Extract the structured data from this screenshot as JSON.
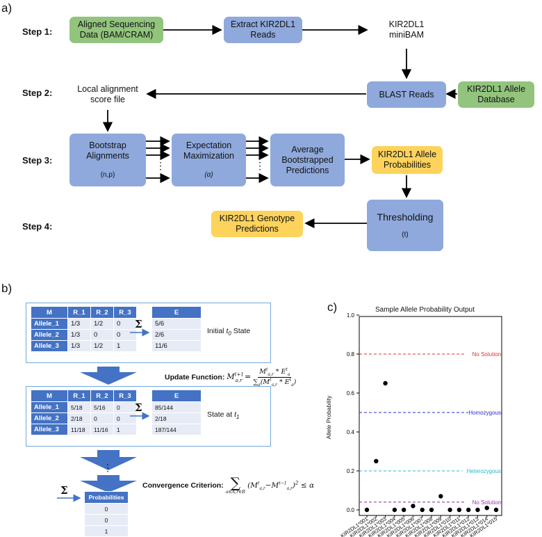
{
  "panel_a": {
    "label": "a)",
    "steps": [
      "Step 1:",
      "Step 2:",
      "Step 3:",
      "Step 4:"
    ],
    "boxes": {
      "aligned_data": "Aligned Sequencing Data (BAM/CRAM)",
      "extract": "Extract KIR2DL1 Reads",
      "minibam": "KIR2DL1 miniBAM",
      "blast": "BLAST Reads",
      "allele_db": "KIR2DL1 Allele Database",
      "score_file": "Local alignment score file",
      "bootstrap": "Bootstrap Alignments",
      "bootstrap_param": "(n,p)",
      "em": "Expectation Maximization",
      "em_param": "(α)",
      "average": "Average Bootstrapped Predictions",
      "allele_prob": "KIR2DL1 Allele Probabilities",
      "threshold": "Thresholding",
      "threshold_param": "(t)",
      "genotype": "KIR2DL1 Genotype Predictions"
    },
    "ellipsis": "⋮"
  },
  "panel_b": {
    "label": "b)",
    "sigma": "Σ",
    "table1": {
      "headers": [
        "M",
        "R_1",
        "R_2",
        "R_3"
      ],
      "rows": [
        [
          "Allele_1",
          "1/3",
          "1/2",
          "0"
        ],
        [
          "Allele_2",
          "1/3",
          "0",
          "0"
        ],
        [
          "Allele_3",
          "1/3",
          "1/2",
          "1"
        ]
      ],
      "e_header": "E",
      "e_values": [
        "5/6",
        "2/6",
        "11/6"
      ],
      "state_label": "Initial",
      "state_var": "t",
      "state_sub": "0",
      "state_suffix": "State"
    },
    "update_label": "Update Function:",
    "table2": {
      "headers": [
        "M",
        "R_1",
        "R_2",
        "R_3"
      ],
      "rows": [
        [
          "Allele_1",
          "5/18",
          "5/16",
          "0"
        ],
        [
          "Allele_2",
          "2/18",
          "0",
          "0"
        ],
        [
          "Allele_3",
          "11/18",
          "11/16",
          "1"
        ]
      ],
      "e_header": "E",
      "e_values": [
        "85/144",
        "2/18",
        "187/144"
      ],
      "state_label": "State at",
      "state_var": "t",
      "state_sub": "1"
    },
    "ellipsis": "⋮",
    "convergence_label": "Convergence Criterion:",
    "prob_table": {
      "header": "Probabilities",
      "values": [
        "0",
        "0",
        "1"
      ]
    }
  },
  "panel_c": {
    "label": "c)"
  },
  "chart_data": {
    "type": "scatter",
    "title": "Sample Allele Probability Output",
    "xlabel": "",
    "ylabel": "Allele Probability",
    "ylim": [
      0,
      1.0
    ],
    "yticks": [
      "0.0",
      "0.2",
      "0.4",
      "0.6",
      "0.8",
      "1.0"
    ],
    "categories": [
      "KIR2DL1*001",
      "KIR2DL1*002",
      "KIR2DL1*003",
      "KIR2DL1*004",
      "KIR2DL1*005",
      "KIR2DL1*006",
      "KIR2DL1*007",
      "KIR2DL1*008",
      "KIR2DL1*009",
      "KIR2DL1*010",
      "KIR2DL1*011",
      "KIR2DL1*012",
      "KIR2DL1*013",
      "KIR2DL1*014",
      "KIR2DL1*015"
    ],
    "values": [
      0.0,
      0.25,
      0.65,
      0.0,
      0.0,
      0.02,
      0.0,
      0.0,
      0.07,
      0.0,
      0.0,
      0.0,
      0.0,
      0.01,
      0.0
    ],
    "thresholds": [
      {
        "value": 0.8,
        "label": "No Solution",
        "color": "#e03131"
      },
      {
        "value": 0.5,
        "label": "Homozygous",
        "color": "#2b2bd6"
      },
      {
        "value": 0.2,
        "label": "Heterozygous",
        "color": "#22b8cf"
      },
      {
        "value": 0.04,
        "label": "No Solution",
        "color": "#9c36b5"
      }
    ],
    "grid": false
  },
  "colors": {
    "green": "#92c47d",
    "blue": "#8fa9dc",
    "yellow": "#fdd35c",
    "table_header": "#4472c4",
    "arrow_blue": "#4472c4"
  }
}
